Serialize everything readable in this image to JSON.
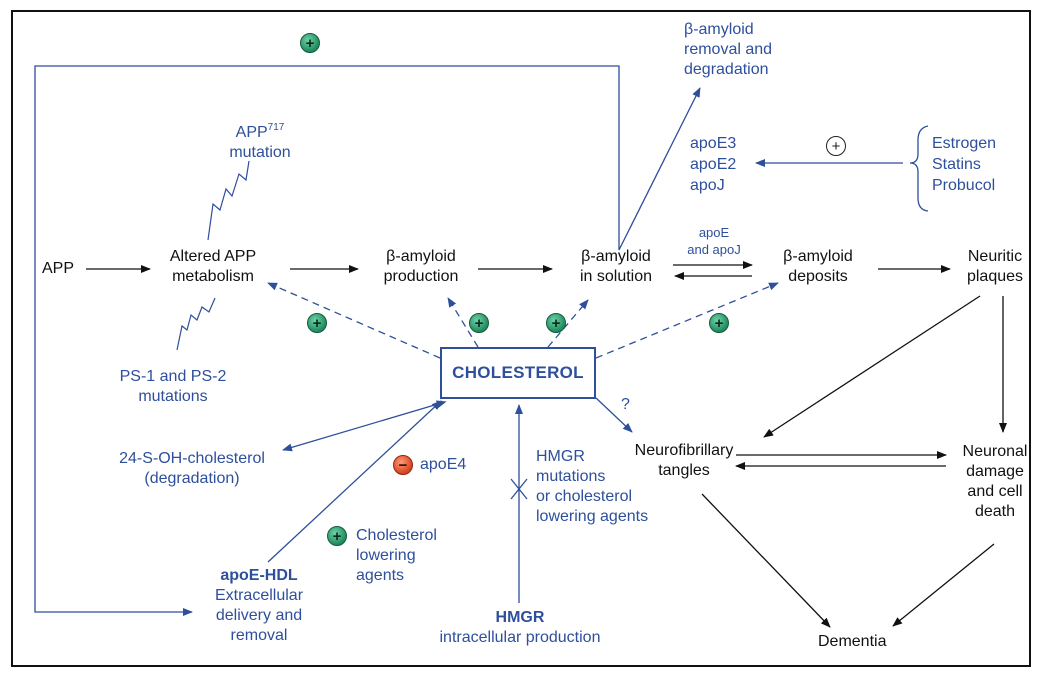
{
  "nodes": {
    "app": "APP",
    "altered_app": [
      "Altered APP",
      "metabolism"
    ],
    "app717": {
      "base": "APP",
      "sup": "717",
      "line2": "mutation"
    },
    "ps": [
      "PS-1 and PS-2",
      "mutations"
    ],
    "amyloid_production": [
      "β-amyloid",
      "production"
    ],
    "amyloid_solution": [
      "β-amyloid",
      "in solution"
    ],
    "amyloid_removal": [
      "β-amyloid",
      "removal and",
      "degradation"
    ],
    "apo_list": [
      "apoE3",
      "apoE2",
      "apoJ"
    ],
    "agents_list": [
      "Estrogen",
      "Statins",
      "Probucol"
    ],
    "apoe_apoj": [
      "apoE",
      "and apoJ"
    ],
    "amyloid_deposits": [
      "β-amyloid",
      "deposits"
    ],
    "neuritic_plaques": [
      "Neuritic",
      "plaques"
    ],
    "cholesterol": "CHOLESTEROL",
    "question": "?",
    "hydroxychol": [
      "24-S-OH-cholesterol",
      "(degradation)"
    ],
    "apoe4": "apoE4",
    "chol_lowering": [
      "Cholesterol",
      "lowering",
      "agents"
    ],
    "apoe_hdl": {
      "title": "apoE-HDL",
      "lines": [
        "Extracellular",
        "delivery and",
        "removal"
      ]
    },
    "hmgr_mut": [
      "HMGR",
      "mutations",
      "or cholesterol",
      "lowering agents"
    ],
    "hmgr": {
      "title": "HMGR",
      "line2": "intracellular production"
    },
    "neurofibrillary": [
      "Neurofibrillary",
      "tangles"
    ],
    "neuronal": [
      "Neuronal",
      "damage",
      "and cell",
      "death"
    ],
    "dementia": "Dementia"
  },
  "symbols": {
    "plus": "+",
    "minus": "−"
  },
  "colors": {
    "text_black": "#111111",
    "text_blue": "#2e4f9c",
    "plus_green": "#1f8a5e",
    "minus_red": "#d8421f"
  }
}
